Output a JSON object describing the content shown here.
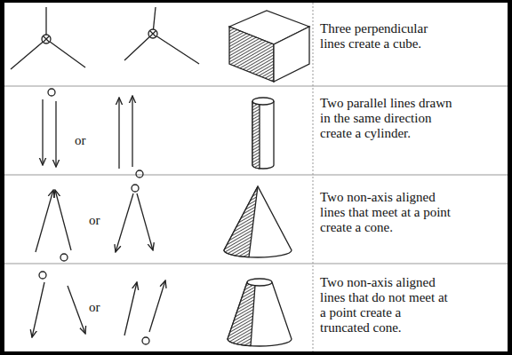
{
  "diagram": {
    "labels": [
      "Three perpendicular lines create a cube.",
      "or",
      "Two parallel lines drawn in the same direction create a cylinder.",
      "or",
      "Two non-axis aligned lines that meet at a point create a cone.",
      "or",
      "Two non-axis aligned lines that do not meet at a point create a truncated cone."
    ]
  }
}
